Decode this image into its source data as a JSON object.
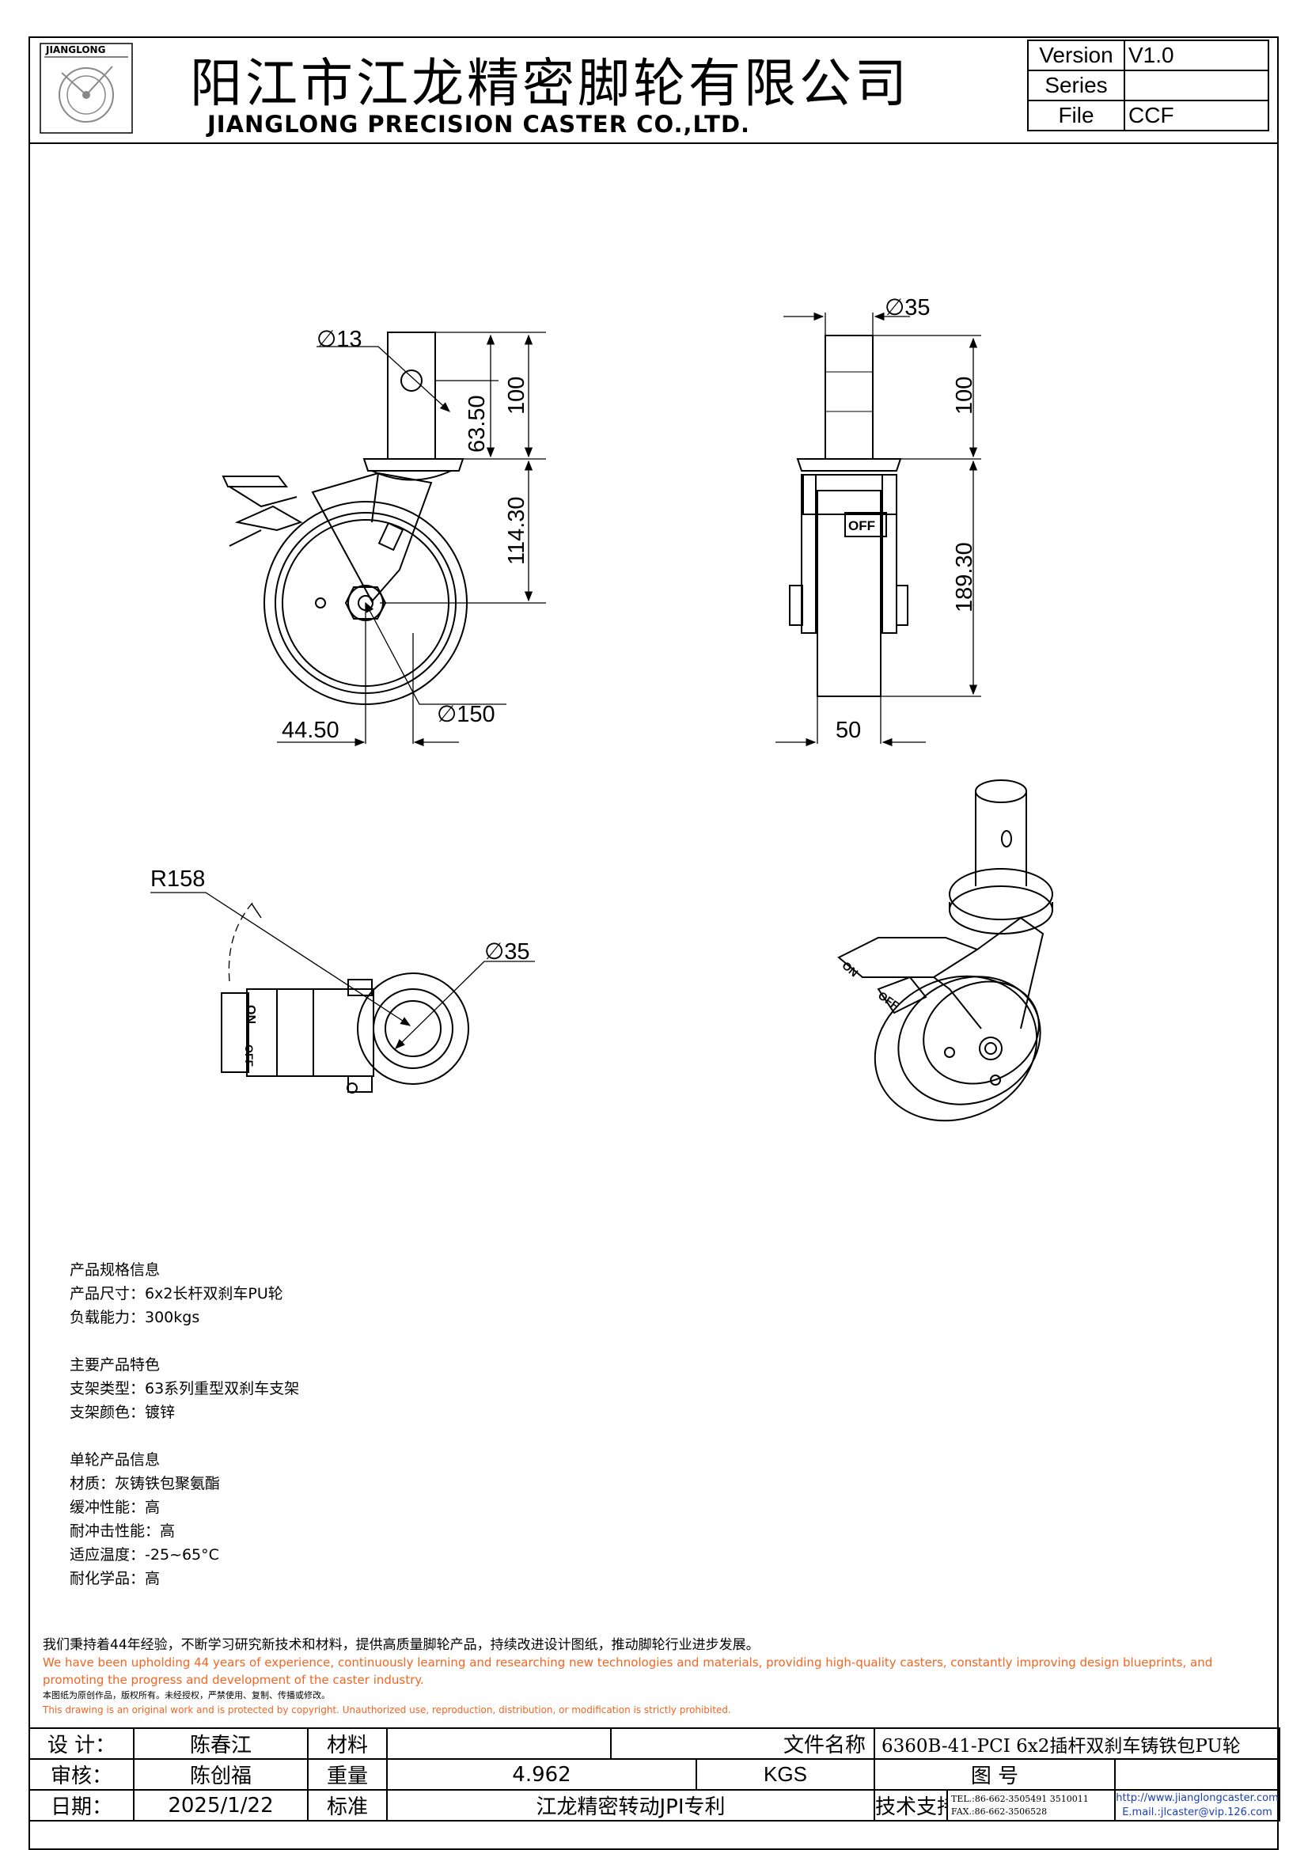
{
  "header": {
    "logo_text": "JIANGLONG",
    "company_cn": "阳江市江龙精密脚轮有限公司",
    "company_en": "JIANGLONG PRECISION CASTER CO.,LTD.",
    "version_label": "Version",
    "version_value": "V1.0",
    "series_label": "Series",
    "series_value": "",
    "file_label": "File",
    "file_value": "CCF"
  },
  "dimensions": {
    "pin_hole": "∅13",
    "stem_hole_pos": "63.50",
    "stem_len_side": "100",
    "axle_height": "114.30",
    "wheel_dia": "∅150",
    "offset": "44.50",
    "stem_dia": "∅35",
    "stem_len_front": "100",
    "total_height": "189.30",
    "wheel_width": "50",
    "swivel_radius": "R158",
    "stem_dia_top": "∅35",
    "brake_on": "ON",
    "brake_off": "OFF"
  },
  "specs": {
    "group1_title": "产品规格信息",
    "size": "产品尺寸：6x2长杆双刹车PU轮",
    "load": "负载能力：300kgs",
    "group2_title": "主要产品特色",
    "bracket_type": "支架类型：63系列重型双刹车支架",
    "bracket_color": "支架颜色：镀锌",
    "group3_title": "单轮产品信息",
    "material": "材质：灰铸铁包聚氨酯",
    "cushion": "缓冲性能：高",
    "impact": "耐冲击性能：高",
    "temperature": "适应温度：-25~65°C",
    "chemical": "耐化学品：高"
  },
  "notice": {
    "cn": "我们秉持着44年经验，不断学习研究新技术和材料，提供高质量脚轮产品，持续改进设计图纸，推动脚轮行业进步发展。",
    "en": "We have been upholding 44 years of experience, continuously learning and researching new technologies and materials, providing high-quality casters, constantly improving design blueprints, and promoting the progress and development of the caster industry.",
    "copyright_cn": "本图纸为原创作品，版权所有。未经授权，严禁使用、复制、传播或修改。",
    "copyright_en": "This drawing is an original work and is protected by copyright. Unauthorized use, reproduction, distribution, or modification is strictly prohibited."
  },
  "title_block": {
    "design_label": "设 计：",
    "design_value": "陈春江",
    "material_label": "材料",
    "material_value": "",
    "filename_label": "文件名称",
    "filename_value": "6360B-41-PCI 6x2插杆双刹车铸铁包PU轮",
    "review_label": "审核：",
    "review_value": "陈创福",
    "weight_label": "重量",
    "weight_value": "4.962",
    "weight_unit": "KGS",
    "drawing_no_label": "图 号",
    "drawing_no_value": "",
    "date_label": "日期：",
    "date_value": "2025/1/22",
    "standard_label": "标准",
    "standard_value": "江龙精密转动JPI专利",
    "support_label": "技术支持",
    "tel": "TEL.:86-662-3505491 3510011",
    "fax": "FAX.:86-662-3506528",
    "website": "http://www.jianglongcaster.com",
    "email": "E.mail.:jlcaster@vip.126.com"
  }
}
